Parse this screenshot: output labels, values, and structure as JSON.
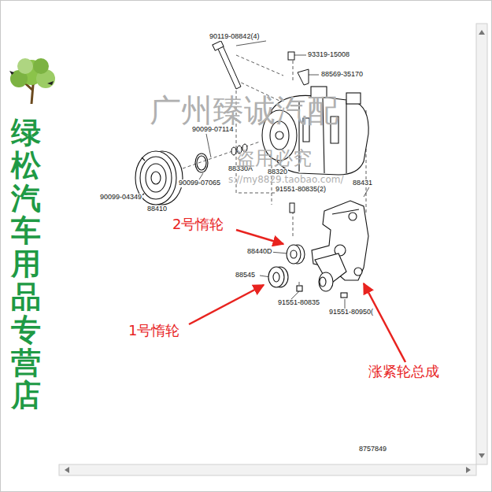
{
  "diagram": {
    "labels": [
      "90119-08842(4)",
      "93319-15008",
      "88569-35170",
      "90099-07114",
      "88330A",
      "88320",
      "90099-07065",
      "90099-04349",
      "88410",
      "91551-80835(2)",
      "88431",
      "88440D",
      "88545",
      "91551-80835",
      "91551-80950(",
      "8757849",
      "2号惰轮",
      "1号惰轮",
      "涨紧轮总成",
      "绿松汽车用品专营店",
      "广州臻诚汽配",
      "盗用必究",
      "s://my8829.taobao.com/"
    ]
  }
}
